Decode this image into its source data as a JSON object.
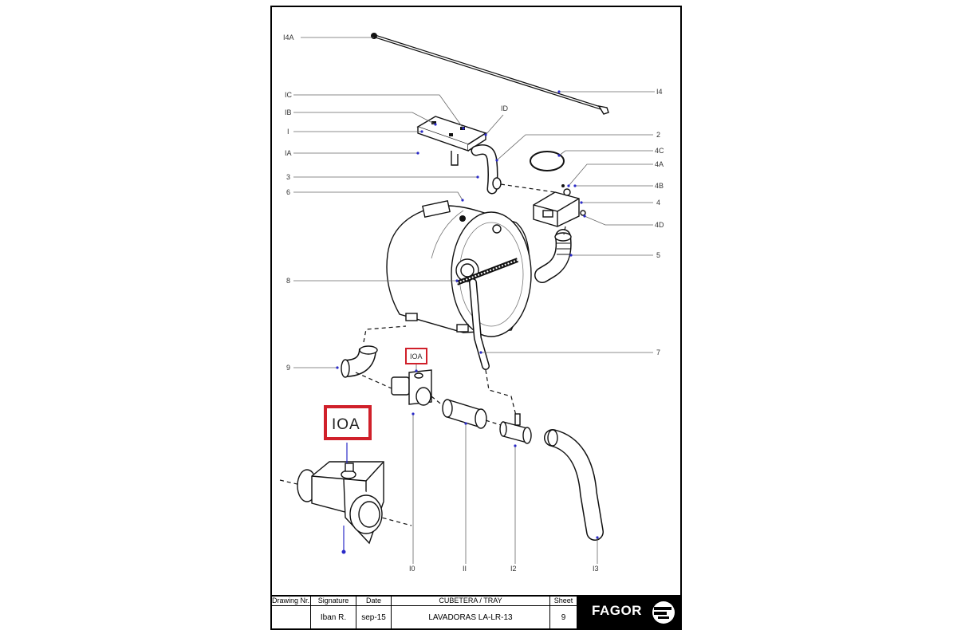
{
  "callouts": {
    "l14a": "I4A",
    "l14": "I4",
    "l1c": "IC",
    "l1d": "ID",
    "l1b": "IB",
    "l1": "I",
    "l2": "2",
    "l4c": "4C",
    "l1a": "IA",
    "l4a": "4A",
    "l3": "3",
    "l4b": "4B",
    "l6": "6",
    "l4": "4",
    "l4d": "4D",
    "l5": "5",
    "l8": "8",
    "l7": "7",
    "l10a": "IOA",
    "l9": "9",
    "l10a_detail": "IOA",
    "l10": "I0",
    "l11": "II",
    "l12": "I2",
    "l13": "I3"
  },
  "title_block": {
    "drawing_nr_header": "Drawing Nr.",
    "signature_header": "Signature",
    "date_header": "Date",
    "title_header": "CUBETERA / TRAY",
    "sheet_header": "Sheet",
    "drawing_nr": "",
    "signature": "Iban R.",
    "date": "sep-15",
    "title": "LAVADORAS LA-LR-13",
    "sheet": "9",
    "brand": "FAGOR"
  },
  "colors": {
    "highlight": "#d0202a",
    "leader_dot": "#2a2ac8",
    "logo_bg": "#000000"
  }
}
